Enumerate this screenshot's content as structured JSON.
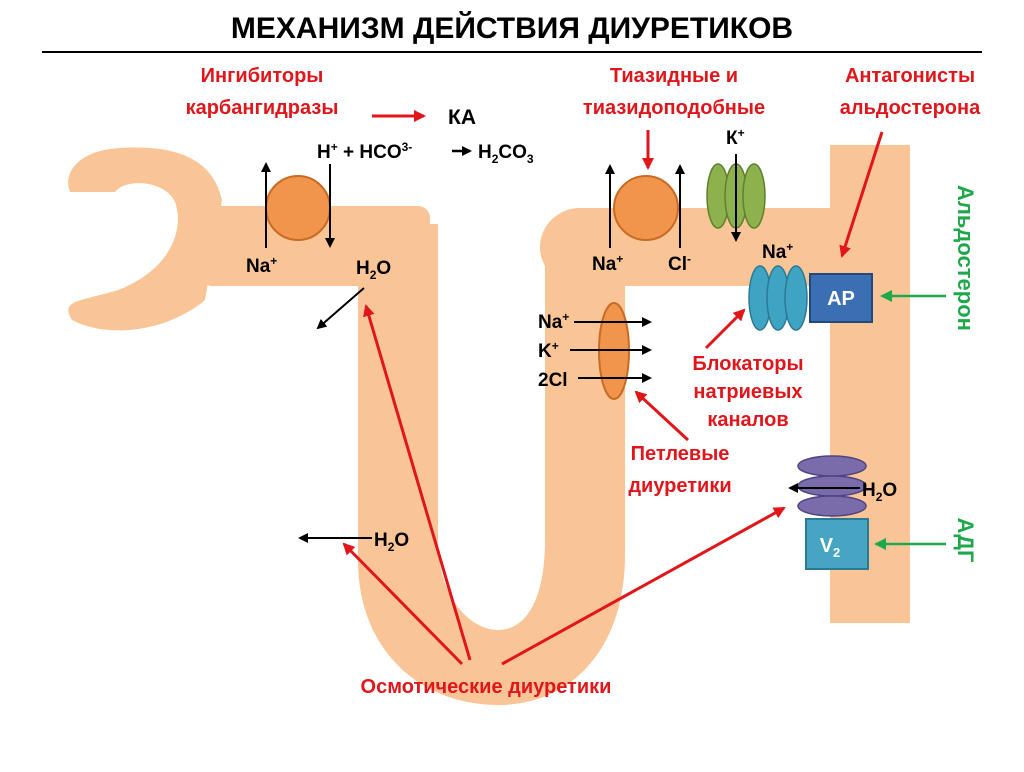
{
  "title": "МЕХАНИЗМ ДЕЙСТВИЯ ДИУРЕТИКОВ",
  "colors": {
    "tubule": "#FAC596",
    "red": "#E0161B",
    "green": "#1FA84A",
    "orange_channel": "#F0954B",
    "green_channel": "#8DB14D",
    "blue_channel": "#3FA3C4",
    "purple_channel": "#7A6BAA",
    "receptor_ap": "#3A6FB4",
    "receptor_v2": "#45A5C3"
  },
  "labels": {
    "ca_inhibitors_line1": "Ингибиторы",
    "ca_inhibitors_line2": "карбангидразы",
    "ka": "КА",
    "reaction_h": "H",
    "reaction_plus_sup": "+",
    "reaction_hco": " + HCO",
    "reaction_hco_sup": "3-",
    "reaction_product": "H",
    "reaction_product_sub": "2",
    "reaction_product_tail": "CO",
    "reaction_product_sub2": "3",
    "thiazide_line1": "Тиазидные и",
    "thiazide_line2": "тиазидоподобные",
    "aldo_antag_line1": "Антагонисты",
    "aldo_antag_line2": "альдостерона",
    "aldosterone": "Альдостерон",
    "adh": "АДГ",
    "na_blockers_line1": "Блокаторы",
    "na_blockers_line2": "натриевых",
    "na_blockers_line3": "каналов",
    "loop_line1": "Петлевые",
    "loop_line2": "диуретики",
    "osmotic": "Осмотические диуретики",
    "ap": "АР",
    "v2": "V",
    "v2_sub": "2"
  },
  "ions": {
    "na": "Na",
    "na_sup": "+",
    "k": "К",
    "k_sup": "+",
    "k_plain": "K",
    "cl": "Cl",
    "cl_sup": "-",
    "two_cl": "2Cl",
    "h2o_h": "H",
    "h2o_sub": "2",
    "h2o_o": "O"
  }
}
